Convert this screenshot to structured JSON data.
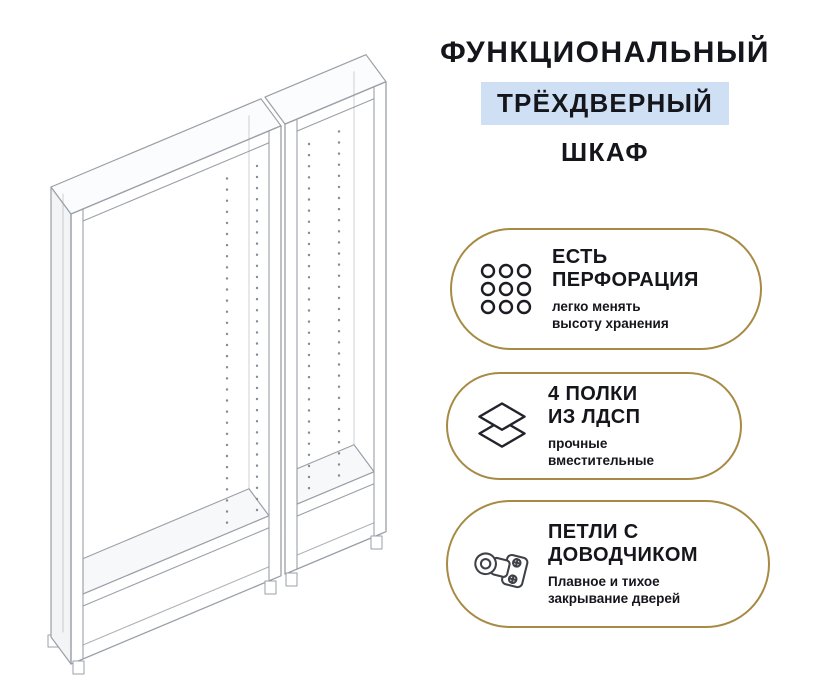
{
  "title": {
    "line1": "ФУНКЦИОНАЛЬНЫЙ",
    "line2_highlighted": "ТРЁХДВЕРНЫЙ",
    "line3": "ШКАФ"
  },
  "features": [
    {
      "icon": "perforation-holes-icon",
      "title_line1": "ЕСТЬ",
      "title_line2": "ПЕРФОРАЦИЯ",
      "subtitle_line1": "легко менять",
      "subtitle_line2": "высоту хранения"
    },
    {
      "icon": "shelves-layers-icon",
      "title_line1": "4 ПОЛКИ",
      "title_line2": "ИЗ ЛДСП",
      "subtitle_line1": "прочные",
      "subtitle_line2": "вместительные"
    },
    {
      "icon": "hinge-icon",
      "title_line1": "ПЕТЛИ С",
      "title_line2": "ДОВОДЧИКОМ",
      "subtitle_line1": "Плавное и тихое",
      "subtitle_line2": "закрывание дверей"
    }
  ],
  "colors": {
    "accent_gold": "#a78a44",
    "highlight_blue": "#cfe0f4",
    "text_dark": "#15151c"
  }
}
